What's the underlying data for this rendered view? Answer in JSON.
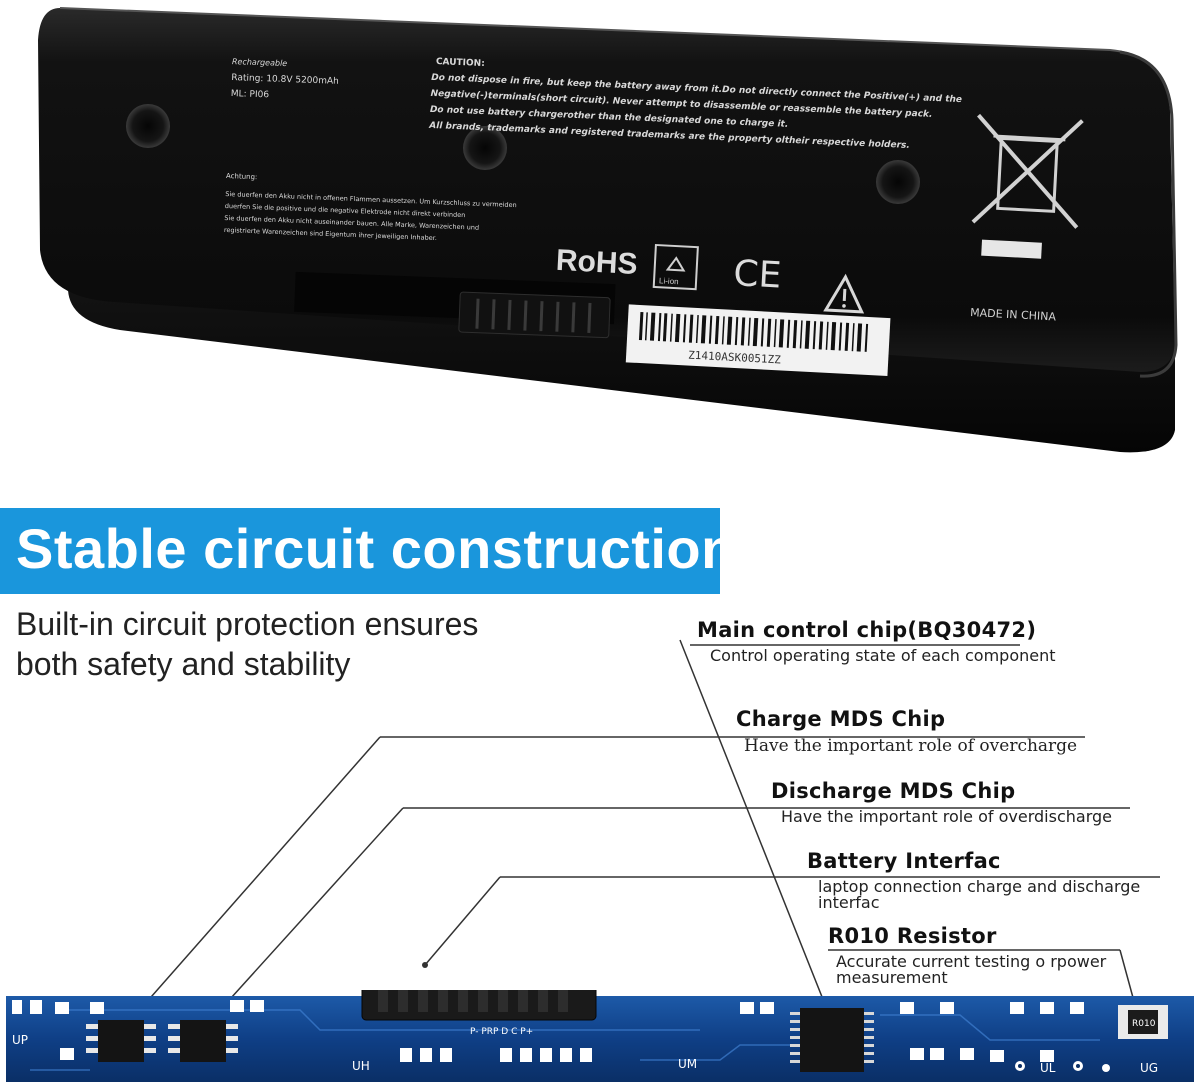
{
  "battery": {
    "label_rechargeable": "Rechargeable",
    "label_rating": "Rating: 10.8V  5200mAh",
    "label_model": "ML: PI06",
    "caution_title": "CAUTION:",
    "caution_lines": [
      "Do not dispose in fire, but keep the battery away from it.Do not directly connect the Positive(+) and the",
      "Negative(-)terminals(short circuit). Never attempt to disassemble or reassemble the battery pack.",
      "Do not use battery chargerother than the designated one to charge it.",
      "All brands, trademarks and registered trademarks are the property oltheir respective holders."
    ],
    "achtung_title": "Achtung:",
    "achtung_lines": [
      "Sie duerfen den Akku nicht in offenen Flammen aussetzen. Um Kurzschluss zu vermeiden",
      "duerfen Sie die positive und die negative Elektrode nicht direkt verbinden",
      "Sie duerfen den Akku nicht auseinander bauen. Alle Marke, Warenzeichen und",
      "registrierte Warenzeichen sind Eigentum ihrer jeweiligen Inhaber."
    ],
    "rohs": "RoHS",
    "liion": "Li-ion",
    "ce": "CE",
    "made_in": "MADE IN CHINA",
    "barcode_number": "Z1410ASK0051ZZ"
  },
  "banner": {
    "title": "Stable circuit construction"
  },
  "subtitle": {
    "line1": "Built-in circuit protection ensures",
    "line2": "both safety and stability"
  },
  "callouts": [
    {
      "title": "Main control chip(BQ30472)",
      "desc": "Control operating state of each component"
    },
    {
      "title": "Charge MDS Chip",
      "desc": "Have the important role of overcharge"
    },
    {
      "title": "Discharge MDS Chip",
      "desc": "Have the important role of overdischarge"
    },
    {
      "title": "Battery Interfac",
      "desc": "laptop connection charge and discharge interfac"
    },
    {
      "title": "R010 Resistor",
      "desc": "Accurate current testing o rpower measurement"
    }
  ],
  "pcb": {
    "labels": [
      "UP",
      "UH",
      "UM",
      "UL",
      "UG",
      "R010",
      "P-  PRP  D  C  P+"
    ]
  },
  "colors": {
    "banner": "#1a96dc",
    "pcb": "#0f3f86",
    "battery": "#0e0e0e"
  }
}
